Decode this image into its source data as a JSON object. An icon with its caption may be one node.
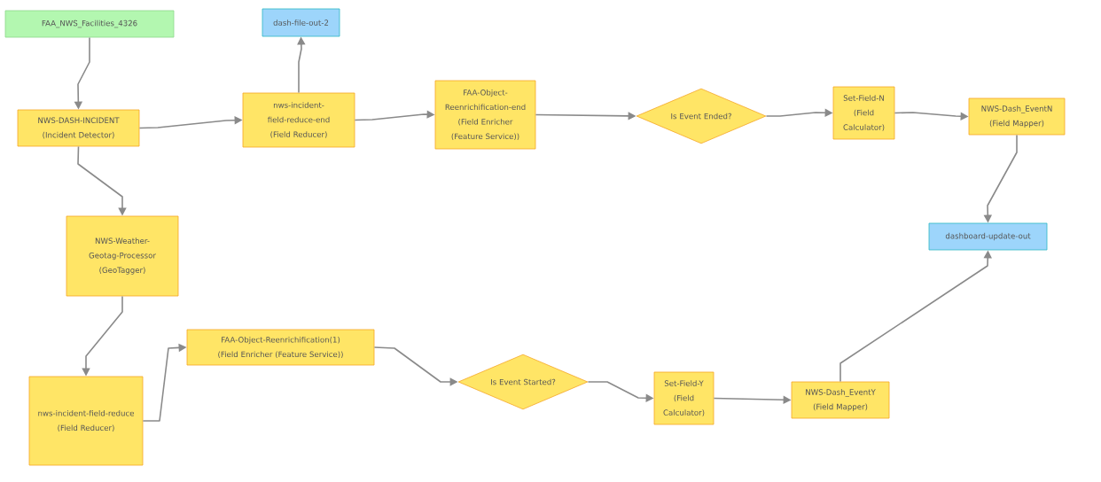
{
  "diagram": {
    "nodes": [
      {
        "text": [
          "FAA_NWS_Facilities_4326"
        ]
      },
      {
        "text": [
          "dash-file-out-2"
        ]
      },
      {
        "text": [
          "NWS-DASH-INCIDENT",
          "(Incident Detector)"
        ]
      },
      {
        "text": [
          "nws-incident-field-reduce-end",
          "(Field Reducer)"
        ]
      },
      {
        "text": [
          "FAA-Object-Reenrichification-end",
          "(Field Enricher (Feature Service))"
        ]
      },
      {
        "text": [
          "Is Event Ended?"
        ]
      },
      {
        "text": [
          "Set-Field-N",
          "(Field Calculator)"
        ]
      },
      {
        "text": [
          "NWS-Dash_EventN",
          "(Field Mapper)"
        ]
      },
      {
        "text": [
          "dashboard-update-out"
        ]
      },
      {
        "text": [
          "NWS-Weather-Geotag-Processor",
          "(GeoTagger)"
        ]
      },
      {
        "text": [
          "nws-incident-field-reduce",
          "(Field Reducer)"
        ]
      },
      {
        "text": [
          "FAA-Object-Reenrichification(1)",
          "(Field Enricher (Feature Service))"
        ]
      },
      {
        "text": [
          "Is Event Started?"
        ]
      },
      {
        "text": [
          "Set-Field-Y",
          "(Field Calculator)"
        ]
      },
      {
        "text": [
          "NWS-Dash_EventY",
          "(Field Mapper)"
        ]
      }
    ],
    "edges": [
      {
        "from": 0,
        "to": 2,
        "arrow": "to"
      },
      {
        "from": 2,
        "to": 3,
        "arrow": "to"
      },
      {
        "from": 3,
        "to": 1,
        "arrow": "to"
      },
      {
        "from": 3,
        "to": 4,
        "arrow": "to"
      },
      {
        "from": 4,
        "to": 5,
        "arrow": "to"
      },
      {
        "from": 5,
        "to": 6,
        "arrow": "to"
      },
      {
        "from": 6,
        "to": 7,
        "arrow": "to"
      },
      {
        "from": 7,
        "to": 8,
        "arrow": "to"
      },
      {
        "from": 2,
        "to": 9,
        "arrow": "to"
      },
      {
        "from": 9,
        "to": 10,
        "arrow": "to"
      },
      {
        "from": 10,
        "to": 11,
        "arrow": "to"
      },
      {
        "from": 11,
        "to": 12,
        "arrow": "to"
      },
      {
        "from": 12,
        "to": 13,
        "arrow": "to"
      },
      {
        "from": 13,
        "to": 14,
        "arrow": "to"
      },
      {
        "from": 14,
        "to": 8,
        "arrow": "to"
      }
    ]
  }
}
